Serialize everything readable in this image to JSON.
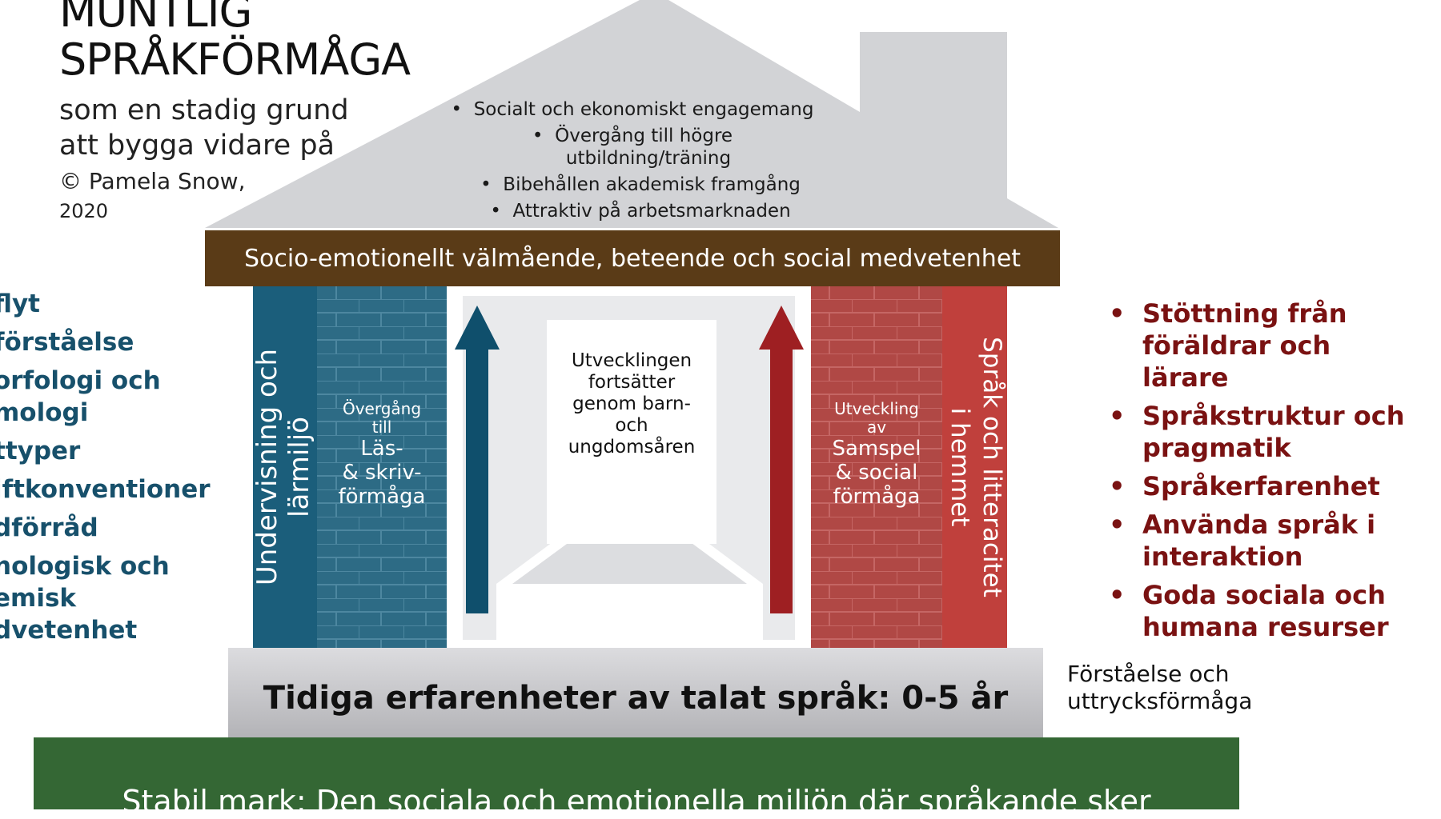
{
  "title": {
    "line1": "MUNTLIG",
    "line2": "SPRÅKFÖRMÅGA",
    "subtitle1": "som en stadig grund",
    "subtitle2": "att bygga vidare på",
    "copyright": "© Pamela Snow,",
    "year": "2020"
  },
  "roof": {
    "bullets": [
      "Socialt och ekonomiskt engagemang",
      "Övergång till högre",
      "utbildning/träning",
      "Bibehållen akademisk framgång",
      "Attraktiv på arbetsmarknaden"
    ]
  },
  "band": {
    "text": "Socio-emotionellt välmående, beteende och social medvetenhet"
  },
  "pillars": {
    "left_outer": {
      "line1": "Undervisning och",
      "line2": "lärmiljö"
    },
    "left_inner": {
      "small1": "Övergång",
      "small2": "till",
      "big1": "Läs-",
      "big2": "& skriv-",
      "big3": "förmåga"
    },
    "right_inner": {
      "small1": "Utveckling",
      "small2": "av",
      "big1": "Samspel",
      "big2": "& social",
      "big3": "förmåga"
    },
    "right_outer": {
      "line1": "Språk och litteracitet",
      "line2": "i hemmet"
    }
  },
  "center": {
    "lines": [
      "Utvecklingen",
      "fortsätter",
      "genom barn-",
      "och",
      "ungdomsåren"
    ]
  },
  "foundation": {
    "text": "Tidiga erfarenheter av talat språk: 0-5 år"
  },
  "ground": {
    "text": "Stabil mark: Den sociala och emotionella miljön där språkande sker"
  },
  "left_list": {
    "items": [
      "flyt",
      "förståelse",
      "orfologi och",
      "mologi",
      "ttyper",
      "iftkonventioner",
      "dförråd",
      "nologisk och",
      "emisk",
      "dvetenhet"
    ]
  },
  "right_list": {
    "items": [
      "Stöttning från föräldrar och lärare",
      "Språkstruktur och pragmatik",
      "Språkerfarenhet",
      "Använda språk i interaktion",
      "Goda sociala och humana resurser"
    ],
    "bullet": "•"
  },
  "side_note": {
    "line1": "Förståelse och",
    "line2": "uttrycksförmåga"
  },
  "colors": {
    "roof": "#d2d3d6",
    "band": "#5a3b17",
    "blue_pillar": "#1b5e7b",
    "blue_brick": "#2d6b85",
    "red_pillar": "#c0403c",
    "red_brick": "#b04845",
    "blue_arrow": "#0f4f6c",
    "red_arrow": "#9e1f22",
    "ground": "#346734",
    "left_text": "#17506b",
    "right_text": "#7a1212"
  }
}
